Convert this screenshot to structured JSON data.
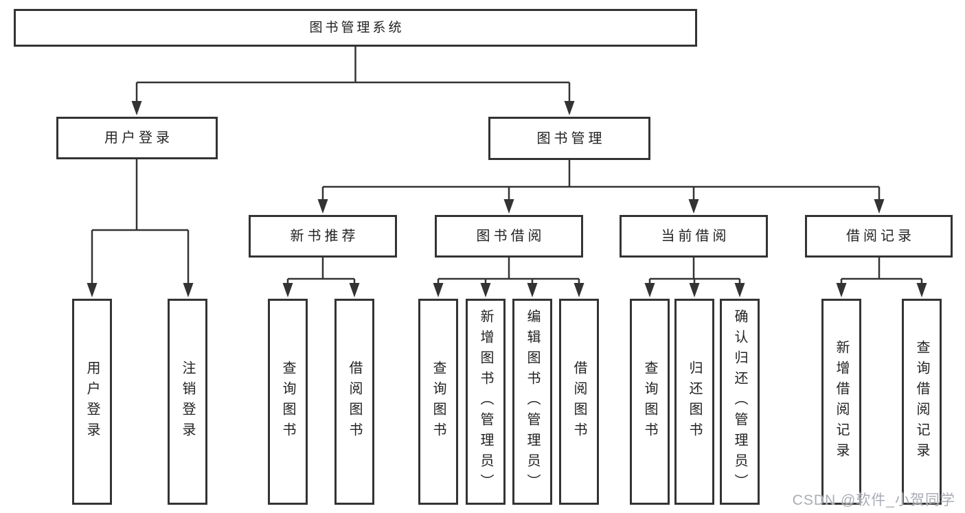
{
  "diagram": {
    "root": {
      "label": "图书管理系统"
    },
    "level2": [
      {
        "id": "user-login",
        "label": "用户登录"
      },
      {
        "id": "book-management",
        "label": "图书管理"
      }
    ],
    "level3": [
      {
        "id": "new-book-recommend",
        "parent": "图书管理",
        "label": "新书推荐"
      },
      {
        "id": "book-borrow",
        "parent": "图书管理",
        "label": "图书借阅"
      },
      {
        "id": "current-borrow",
        "parent": "图书管理",
        "label": "当前借阅"
      },
      {
        "id": "borrow-records",
        "parent": "图书管理",
        "label": "借阅记录"
      }
    ],
    "leaves": [
      {
        "parent": "用户登录",
        "label": "用户登录"
      },
      {
        "parent": "用户登录",
        "label": "注销登录"
      },
      {
        "parent": "新书推荐",
        "label": "查询图书"
      },
      {
        "parent": "新书推荐",
        "label": "借阅图书"
      },
      {
        "parent": "图书借阅",
        "label": "查询图书"
      },
      {
        "parent": "图书借阅",
        "label": "新增图书（管理员）"
      },
      {
        "parent": "图书借阅",
        "label": "编辑图书（管理员）"
      },
      {
        "parent": "图书借阅",
        "label": "借阅图书"
      },
      {
        "parent": "当前借阅",
        "label": "查询图书"
      },
      {
        "parent": "当前借阅",
        "label": "归还图书"
      },
      {
        "parent": "当前借阅",
        "label": "确认归还（管理员）"
      },
      {
        "parent": "借阅记录",
        "label": "新增借阅记录"
      },
      {
        "parent": "借阅记录",
        "label": "查询借阅记录"
      }
    ]
  },
  "watermark": {
    "text": "CSDN @软件_小贺同学"
  },
  "colors": {
    "line": "#333333",
    "border": "#333333",
    "text": "#222222",
    "background": "#ffffff",
    "watermark": "#a9acb4"
  }
}
